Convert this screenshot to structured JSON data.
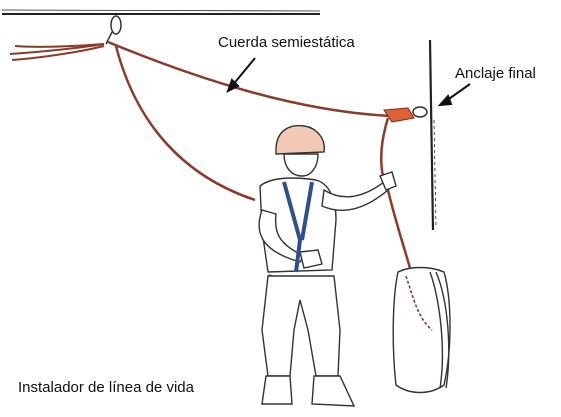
{
  "labels": {
    "rope": "Cuerda semiestática",
    "anchor": "Anclaje final",
    "installer": "Instalador de línea de vida"
  },
  "colors": {
    "rope": "#8a3b2a",
    "anchor_device": "#e0603a",
    "structure": "#222222",
    "harness": "#2f4f8f",
    "helmet": "#f1c9b5",
    "outline": "#333333"
  }
}
